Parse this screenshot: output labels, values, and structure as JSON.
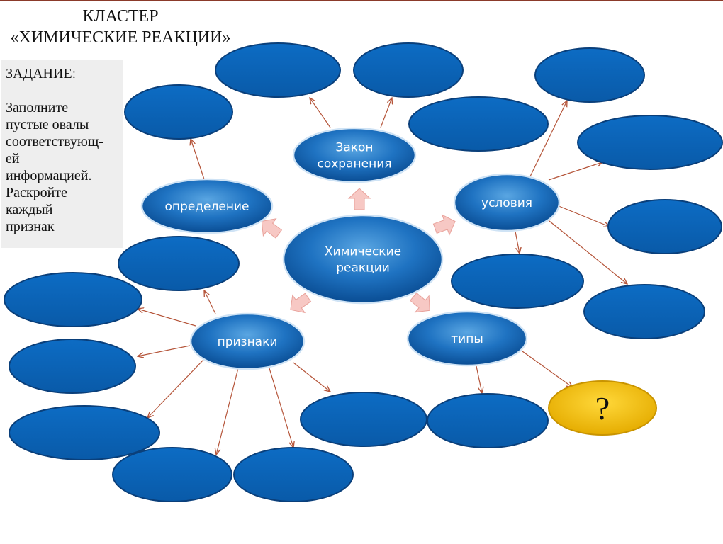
{
  "title": {
    "line1": "КЛАСТЕР",
    "line2": "«ХИМИЧЕСКИЕ РЕАКЦИИ»"
  },
  "task": {
    "heading": "ЗАДАНИЕ:",
    "text": "Заполните\nпустые овалы\nсоответствующ-\nей\nинформацией.\nРаскройте\nкаждый\nпризнак"
  },
  "nodes": {
    "center": {
      "lines": [
        "Химические",
        "реакции"
      ]
    },
    "law": {
      "lines": [
        "Закон",
        "сохранения"
      ]
    },
    "definition": {
      "lines": [
        "определение"
      ]
    },
    "conditions": {
      "lines": [
        "условия"
      ]
    },
    "signs": {
      "lines": [
        "признаки"
      ]
    },
    "types": {
      "lines": [
        "типы"
      ]
    },
    "question": {
      "lines": [
        "?"
      ]
    }
  },
  "colors": {
    "oval_fill": "#0a63b8",
    "oval_stroke": "#0a3f7a",
    "labeled_oval_light": "#4e9ad8",
    "question_fill": "#f5c000",
    "arrow": "#b5553a",
    "block_arrow": "#f7c8c4"
  }
}
